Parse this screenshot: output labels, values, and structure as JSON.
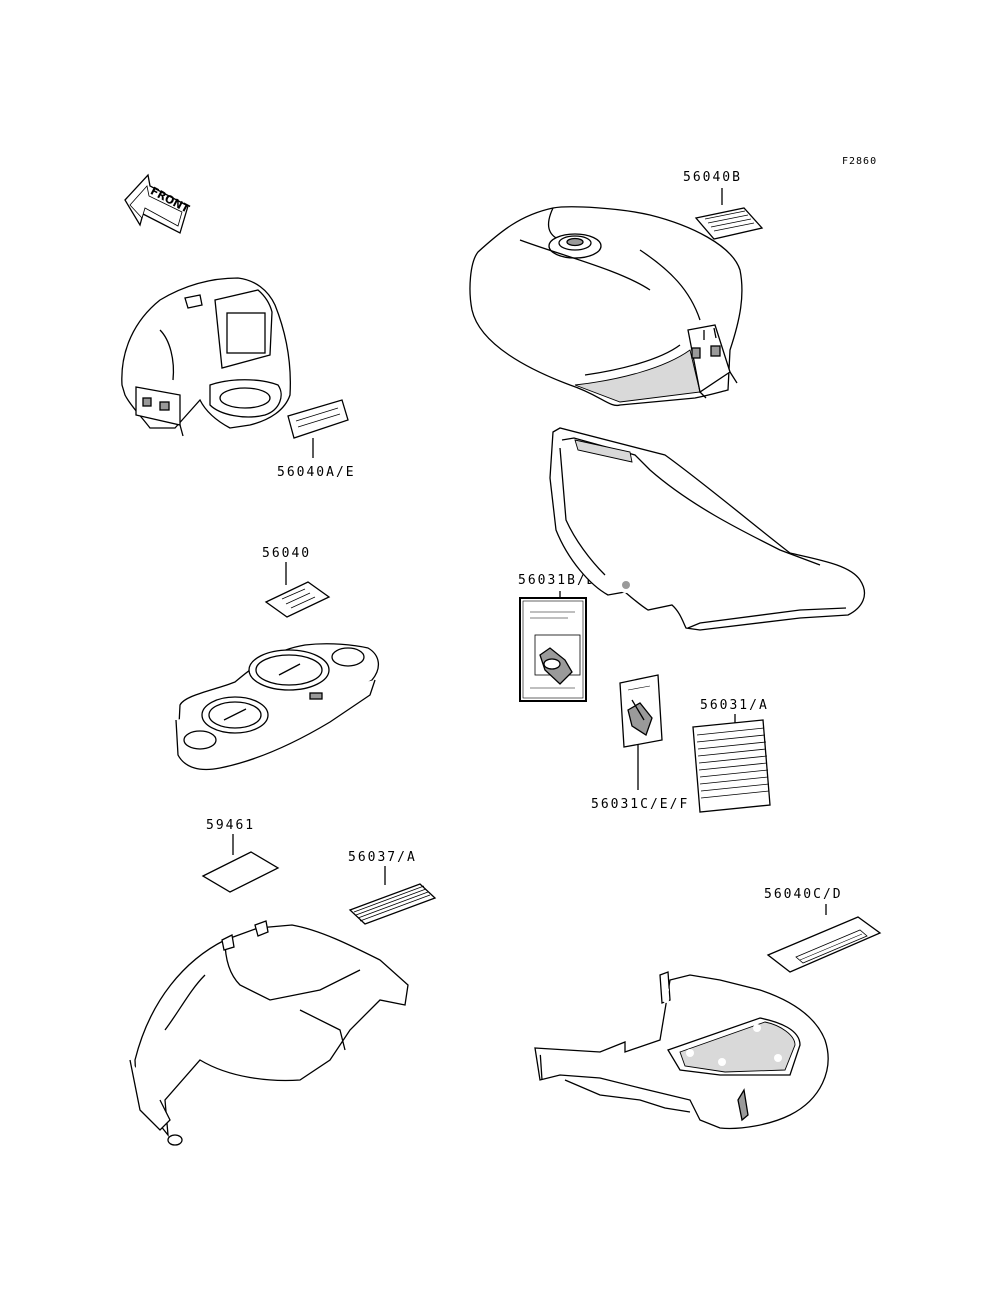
{
  "figure_code": "F2860",
  "front_arrow": {
    "text": "FRONT"
  },
  "labels": {
    "p56040B": "56040B",
    "p56040AE": "56040A/E",
    "p56040": "56040",
    "p56031BD": "56031B/D",
    "p56031A": "56031/A",
    "p56031CEF": "56031C/E/F",
    "p59461": "59461",
    "p56037A": "56037/A",
    "p56040CD": "56040C/D"
  }
}
